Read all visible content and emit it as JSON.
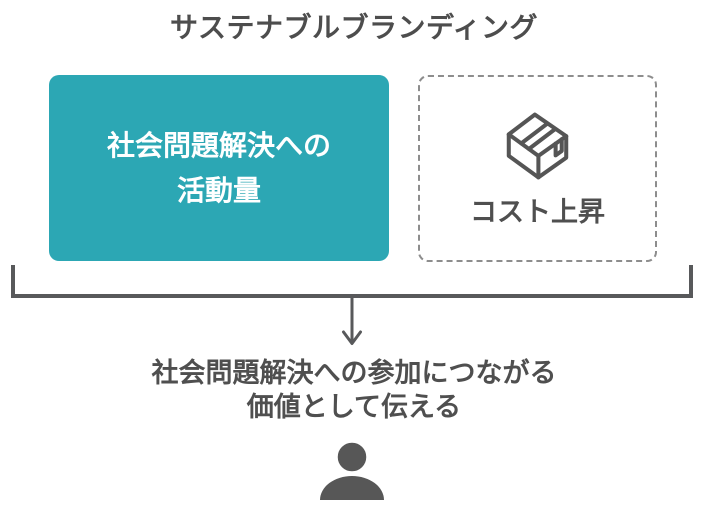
{
  "title": "サステナブルブランディング",
  "activity_box": {
    "line1": "社会問題解決への",
    "line2": "活動量"
  },
  "cost_box": {
    "label": "コスト上昇",
    "icon": "package-icon"
  },
  "conclusion": {
    "line1": "社会問題解決への参加につながる",
    "line2": "価値として伝える"
  },
  "audience": {
    "icon": "person-icon"
  },
  "connector": {
    "shape": "merge-bracket-with-down-arrow"
  },
  "colors": {
    "teal_box_bg": "#2ca7b4",
    "box_text_white": "#ffffff",
    "dark_text": "#4d4d4d",
    "line_gray": "#58595b",
    "dashed_border_gray": "#8d8d8d",
    "icon_gray": "#555555",
    "background": "#ffffff"
  }
}
